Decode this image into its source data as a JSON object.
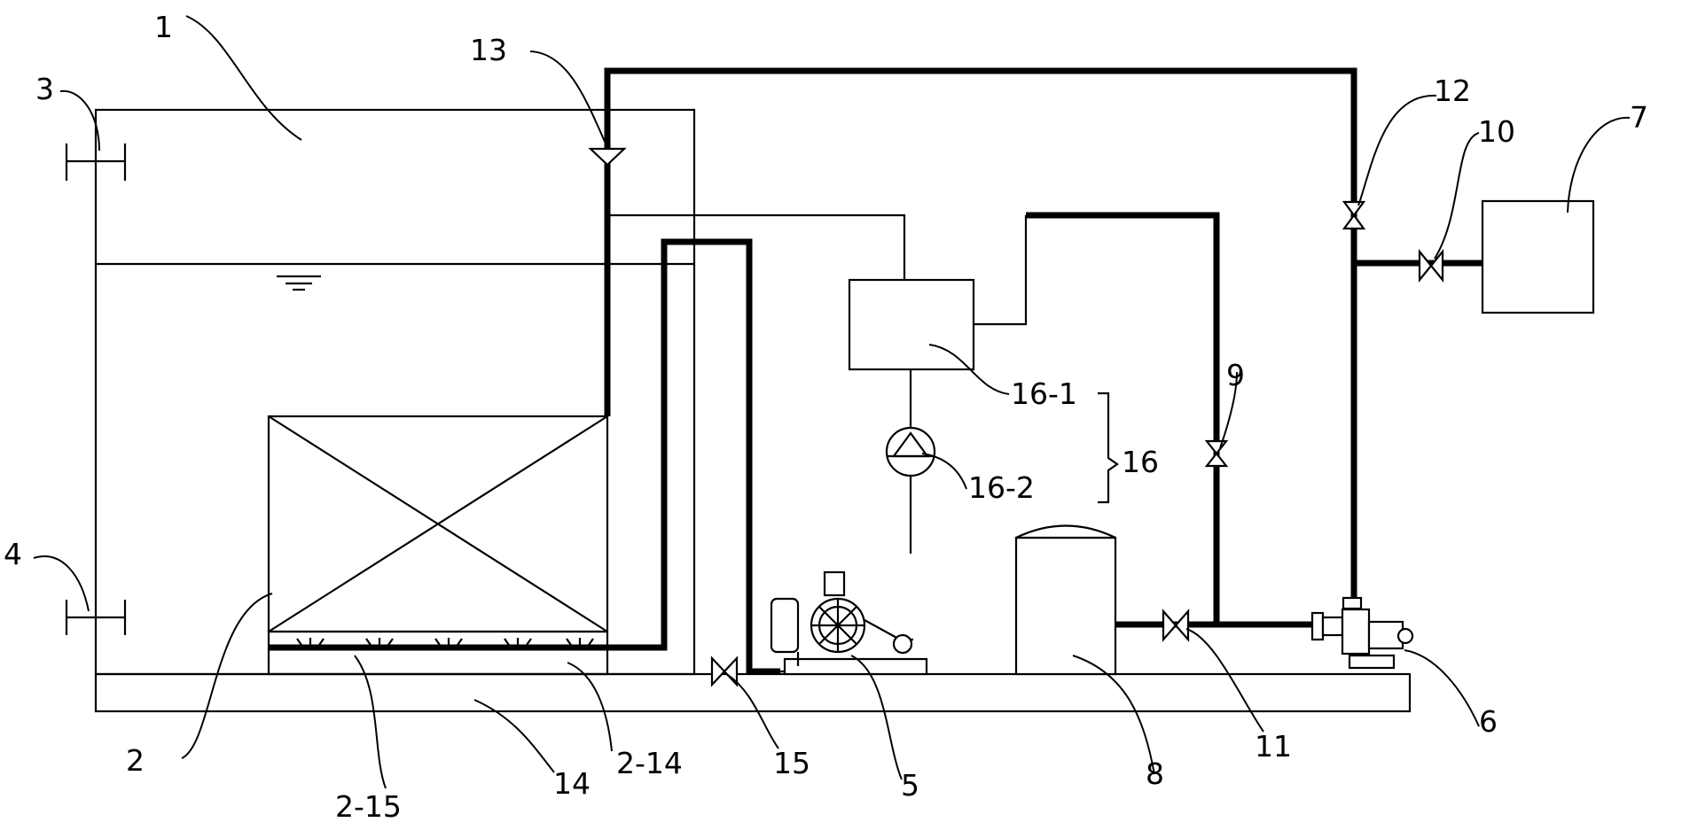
{
  "labels": {
    "l1": "1",
    "l2": "2",
    "l3": "3",
    "l4": "4",
    "l5": "5",
    "l6": "6",
    "l7": "7",
    "l8": "8",
    "l9": "9",
    "l10": "10",
    "l11": "11",
    "l12": "12",
    "l13": "13",
    "l14": "14",
    "l15": "15",
    "l16": "16",
    "l2_14": "2-14",
    "l2_15": "2-15",
    "l16_1": "16-1",
    "l16_2": "16-2"
  }
}
